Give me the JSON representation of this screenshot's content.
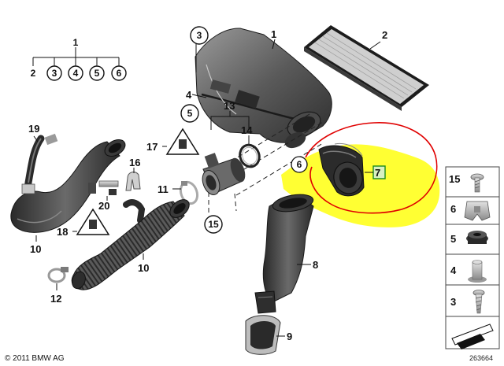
{
  "callouts": {
    "c1_top": "1",
    "c1_tree": "1",
    "c2_tree": "2",
    "c3_tree": "3",
    "c4_tree": "4",
    "c5_tree": "5",
    "c6_tree": "6",
    "c2": "2",
    "c3_circle": "3",
    "c4": "4",
    "c5_circle": "5",
    "c6_circle": "6",
    "c7": "7",
    "c8": "8",
    "c9": "9",
    "c10_left": "10",
    "c10_mid": "10",
    "c11": "11",
    "c12": "12",
    "c13": "13",
    "c14": "14",
    "c15_circle": "15",
    "c16": "16",
    "c17": "17",
    "c18": "18",
    "c19": "19",
    "c20": "20"
  },
  "legend": [
    {
      "number": "15",
      "part": "screw"
    },
    {
      "number": "6",
      "part": "clip-nut"
    },
    {
      "number": "5",
      "part": "grommet"
    },
    {
      "number": "4",
      "part": "spacer-bush"
    },
    {
      "number": "3",
      "part": "screw"
    }
  ],
  "footer": {
    "copyright": "© 2011 BMW AG",
    "figure_number": "263664"
  },
  "colors": {
    "highlight": "#ffff33",
    "annotation": "#e00000",
    "part_dark": "#3a3a3a",
    "part_mid": "#6e6e6e",
    "part_light": "#a9a9a9"
  }
}
